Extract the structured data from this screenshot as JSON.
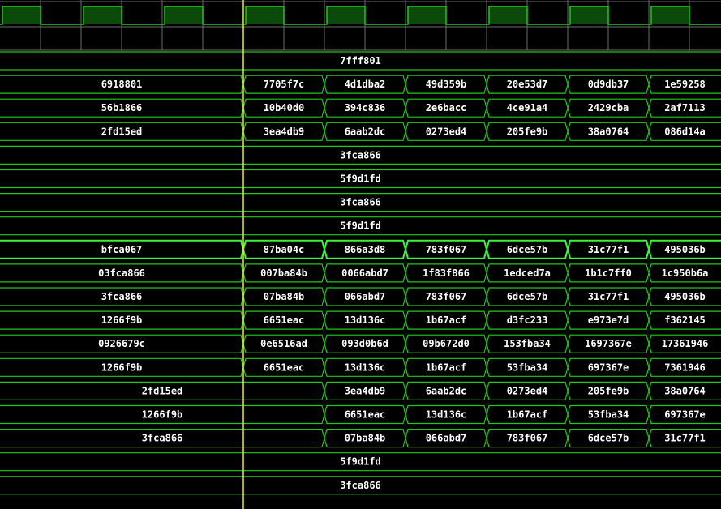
{
  "colors": {
    "background": "#000000",
    "grid": "#6a6a6a",
    "wave": "#22c71c",
    "wave_highlight": "#3cf23c",
    "clock_fill": "#0b4a0b",
    "cursor": "#e8e83a",
    "text": "#ffffff"
  },
  "clock": {
    "period_units": 100,
    "high_units": 50
  },
  "cursor_time": 300,
  "highlighted_row": 8,
  "rows": [
    {
      "segments": [
        {
          "t0": 0,
          "t1": 889,
          "label": "7fff801"
        }
      ]
    },
    {
      "segments": [
        {
          "t0": 0,
          "t1": 300,
          "label": "6918801"
        },
        {
          "t0": 300,
          "t1": 400,
          "label": "7705f7c"
        },
        {
          "t0": 400,
          "t1": 500,
          "label": "4d1dba2"
        },
        {
          "t0": 500,
          "t1": 600,
          "label": "49d359b"
        },
        {
          "t0": 600,
          "t1": 700,
          "label": "20e53d7"
        },
        {
          "t0": 700,
          "t1": 800,
          "label": "0d9db37"
        },
        {
          "t0": 800,
          "t1": 889,
          "label": "1e59258"
        }
      ]
    },
    {
      "segments": [
        {
          "t0": 0,
          "t1": 300,
          "label": "56b1866"
        },
        {
          "t0": 300,
          "t1": 400,
          "label": "10b40d0"
        },
        {
          "t0": 400,
          "t1": 500,
          "label": "394c836"
        },
        {
          "t0": 500,
          "t1": 600,
          "label": "2e6bacc"
        },
        {
          "t0": 600,
          "t1": 700,
          "label": "4ce91a4"
        },
        {
          "t0": 700,
          "t1": 800,
          "label": "2429cba"
        },
        {
          "t0": 800,
          "t1": 889,
          "label": "2af7113"
        }
      ]
    },
    {
      "segments": [
        {
          "t0": 0,
          "t1": 300,
          "label": "2fd15ed"
        },
        {
          "t0": 300,
          "t1": 400,
          "label": "3ea4db9"
        },
        {
          "t0": 400,
          "t1": 500,
          "label": "6aab2dc"
        },
        {
          "t0": 500,
          "t1": 600,
          "label": "0273ed4"
        },
        {
          "t0": 600,
          "t1": 700,
          "label": "205fe9b"
        },
        {
          "t0": 700,
          "t1": 800,
          "label": "38a0764"
        },
        {
          "t0": 800,
          "t1": 889,
          "label": "086d14a"
        }
      ]
    },
    {
      "segments": [
        {
          "t0": 0,
          "t1": 889,
          "label": "3fca866"
        }
      ]
    },
    {
      "segments": [
        {
          "t0": 0,
          "t1": 889,
          "label": "5f9d1fd"
        }
      ]
    },
    {
      "segments": [
        {
          "t0": 0,
          "t1": 889,
          "label": "3fca866"
        }
      ]
    },
    {
      "segments": [
        {
          "t0": 0,
          "t1": 889,
          "label": "5f9d1fd"
        }
      ]
    },
    {
      "segments": [
        {
          "t0": 0,
          "t1": 300,
          "label": "bfca067"
        },
        {
          "t0": 300,
          "t1": 400,
          "label": "87ba04c"
        },
        {
          "t0": 400,
          "t1": 500,
          "label": "866a3d8"
        },
        {
          "t0": 500,
          "t1": 600,
          "label": "783f067"
        },
        {
          "t0": 600,
          "t1": 700,
          "label": "6dce57b"
        },
        {
          "t0": 700,
          "t1": 800,
          "label": "31c77f1"
        },
        {
          "t0": 800,
          "t1": 889,
          "label": "495036b"
        }
      ]
    },
    {
      "segments": [
        {
          "t0": 0,
          "t1": 300,
          "label": "03fca866"
        },
        {
          "t0": 300,
          "t1": 400,
          "label": "007ba84b"
        },
        {
          "t0": 400,
          "t1": 500,
          "label": "0066abd7"
        },
        {
          "t0": 500,
          "t1": 600,
          "label": "1f83f866"
        },
        {
          "t0": 600,
          "t1": 700,
          "label": "1edced7a"
        },
        {
          "t0": 700,
          "t1": 800,
          "label": "1b1c7ff0"
        },
        {
          "t0": 800,
          "t1": 889,
          "label": "1c950b6a"
        }
      ]
    },
    {
      "segments": [
        {
          "t0": 0,
          "t1": 300,
          "label": "3fca866"
        },
        {
          "t0": 300,
          "t1": 400,
          "label": "07ba84b"
        },
        {
          "t0": 400,
          "t1": 500,
          "label": "066abd7"
        },
        {
          "t0": 500,
          "t1": 600,
          "label": "783f067"
        },
        {
          "t0": 600,
          "t1": 700,
          "label": "6dce57b"
        },
        {
          "t0": 700,
          "t1": 800,
          "label": "31c77f1"
        },
        {
          "t0": 800,
          "t1": 889,
          "label": "495036b"
        }
      ]
    },
    {
      "segments": [
        {
          "t0": 0,
          "t1": 300,
          "label": "1266f9b"
        },
        {
          "t0": 300,
          "t1": 400,
          "label": "6651eac"
        },
        {
          "t0": 400,
          "t1": 500,
          "label": "13d136c"
        },
        {
          "t0": 500,
          "t1": 600,
          "label": "1b67acf"
        },
        {
          "t0": 600,
          "t1": 700,
          "label": "d3fc233"
        },
        {
          "t0": 700,
          "t1": 800,
          "label": "e973e7d"
        },
        {
          "t0": 800,
          "t1": 889,
          "label": "f362145"
        }
      ]
    },
    {
      "segments": [
        {
          "t0": 0,
          "t1": 300,
          "label": "0926679c"
        },
        {
          "t0": 300,
          "t1": 400,
          "label": "0e6516ad"
        },
        {
          "t0": 400,
          "t1": 500,
          "label": "093d0b6d"
        },
        {
          "t0": 500,
          "t1": 600,
          "label": "09b672d0"
        },
        {
          "t0": 600,
          "t1": 700,
          "label": "153fba34"
        },
        {
          "t0": 700,
          "t1": 800,
          "label": "1697367e"
        },
        {
          "t0": 800,
          "t1": 889,
          "label": "17361946"
        }
      ]
    },
    {
      "segments": [
        {
          "t0": 0,
          "t1": 300,
          "label": "1266f9b"
        },
        {
          "t0": 300,
          "t1": 400,
          "label": "6651eac"
        },
        {
          "t0": 400,
          "t1": 500,
          "label": "13d136c"
        },
        {
          "t0": 500,
          "t1": 600,
          "label": "1b67acf"
        },
        {
          "t0": 600,
          "t1": 700,
          "label": "53fba34"
        },
        {
          "t0": 700,
          "t1": 800,
          "label": "697367e"
        },
        {
          "t0": 800,
          "t1": 889,
          "label": "7361946"
        }
      ]
    },
    {
      "segments": [
        {
          "t0": 0,
          "t1": 400,
          "label": "2fd15ed"
        },
        {
          "t0": 400,
          "t1": 500,
          "label": "3ea4db9"
        },
        {
          "t0": 500,
          "t1": 600,
          "label": "6aab2dc"
        },
        {
          "t0": 600,
          "t1": 700,
          "label": "0273ed4"
        },
        {
          "t0": 700,
          "t1": 800,
          "label": "205fe9b"
        },
        {
          "t0": 800,
          "t1": 889,
          "label": "38a0764"
        }
      ]
    },
    {
      "segments": [
        {
          "t0": 0,
          "t1": 400,
          "label": "1266f9b"
        },
        {
          "t0": 400,
          "t1": 500,
          "label": "6651eac"
        },
        {
          "t0": 500,
          "t1": 600,
          "label": "13d136c"
        },
        {
          "t0": 600,
          "t1": 700,
          "label": "1b67acf"
        },
        {
          "t0": 700,
          "t1": 800,
          "label": "53fba34"
        },
        {
          "t0": 800,
          "t1": 889,
          "label": "697367e"
        }
      ]
    },
    {
      "segments": [
        {
          "t0": 0,
          "t1": 400,
          "label": "3fca866"
        },
        {
          "t0": 400,
          "t1": 500,
          "label": "07ba84b"
        },
        {
          "t0": 500,
          "t1": 600,
          "label": "066abd7"
        },
        {
          "t0": 600,
          "t1": 700,
          "label": "783f067"
        },
        {
          "t0": 700,
          "t1": 800,
          "label": "6dce57b"
        },
        {
          "t0": 800,
          "t1": 889,
          "label": "31c77f1"
        }
      ]
    },
    {
      "segments": [
        {
          "t0": 0,
          "t1": 889,
          "label": "5f9d1fd"
        }
      ]
    },
    {
      "segments": [
        {
          "t0": 0,
          "t1": 889,
          "label": "3fca866"
        }
      ]
    }
  ]
}
